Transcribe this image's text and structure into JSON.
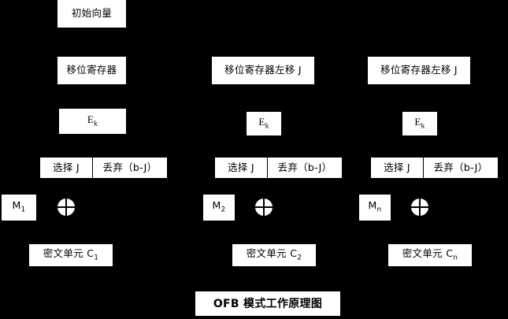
{
  "diagram": {
    "title": "OFB 模式工作原理图",
    "background_color": "#000000",
    "box_color": "#ffffff",
    "text_color": "#000000",
    "columns": [
      {
        "id": "stage-1",
        "top_box": "初始向量",
        "register": "移位寄存器",
        "cipher_fn_base": "E",
        "cipher_fn_sub": "k",
        "select": "选择 J",
        "discard": "丢弃（b-J）",
        "plaintext_base": "M",
        "plaintext_sub": "1",
        "xor": "xor-symbol",
        "ciphertext": "密文单元 C",
        "ciphertext_sub": "1"
      },
      {
        "id": "stage-2",
        "top_box": "",
        "register": "移位寄存器左移 J",
        "cipher_fn_base": "E",
        "cipher_fn_sub": "k",
        "select": "选择 J",
        "discard": "丢弃（b-J）",
        "plaintext_base": "M",
        "plaintext_sub": "2",
        "xor": "xor-symbol",
        "ciphertext": "密文单元 C",
        "ciphertext_sub": "2"
      },
      {
        "id": "stage-n",
        "top_box": "",
        "register": "移位寄存器左移 J",
        "cipher_fn_base": "E",
        "cipher_fn_sub": "k",
        "select": "选择 J",
        "discard": "丢弃（b-J）",
        "plaintext_base": "M",
        "plaintext_sub": "n",
        "xor": "xor-symbol",
        "ciphertext": "密文单元 C",
        "ciphertext_sub": "n"
      }
    ]
  }
}
